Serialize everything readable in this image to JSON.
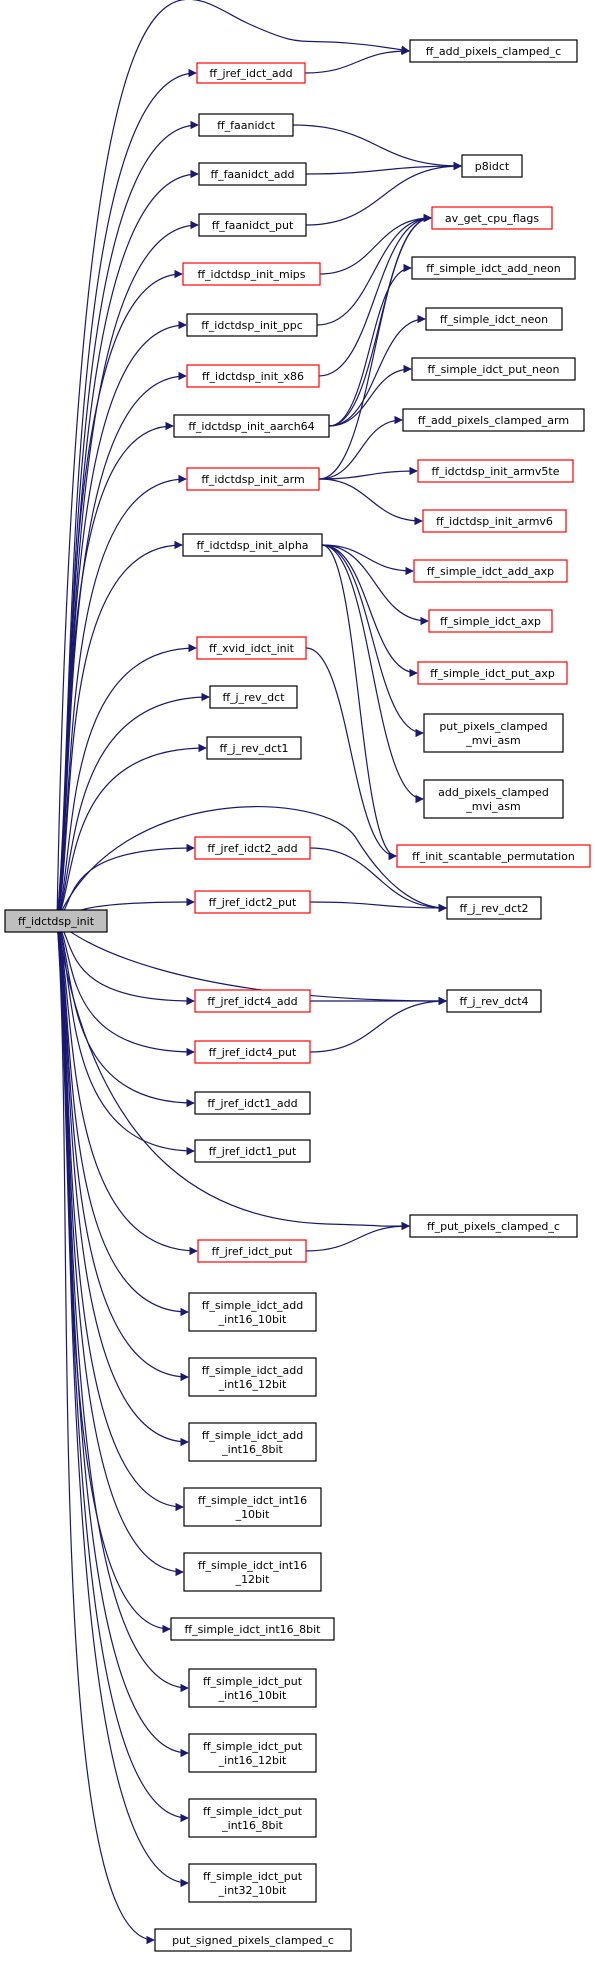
{
  "colors": {
    "edge": "#191970",
    "border_plain": "#000000",
    "border_linked": "#ff0000",
    "root_fill": "#bfbfbf",
    "node_fill": "#ffffff"
  },
  "nodes": {
    "ff_idctdsp_init": {
      "lines": [
        "ff_idctdsp_init"
      ],
      "style": "root"
    },
    "ff_jref_idct_add": {
      "lines": [
        "ff_jref_idct_add"
      ],
      "style": "linked"
    },
    "ff_add_pixels_clamped_c": {
      "lines": [
        "ff_add_pixels_clamped_c"
      ],
      "style": "plain"
    },
    "ff_faanidct": {
      "lines": [
        "ff_faanidct"
      ],
      "style": "plain"
    },
    "p8idct": {
      "lines": [
        "p8idct"
      ],
      "style": "plain"
    },
    "ff_faanidct_add": {
      "lines": [
        "ff_faanidct_add"
      ],
      "style": "plain"
    },
    "ff_faanidct_put": {
      "lines": [
        "ff_faanidct_put"
      ],
      "style": "plain"
    },
    "av_get_cpu_flags": {
      "lines": [
        "av_get_cpu_flags"
      ],
      "style": "linked"
    },
    "ff_idctdsp_init_mips": {
      "lines": [
        "ff_idctdsp_init_mips"
      ],
      "style": "linked"
    },
    "ff_simple_idct_add_neon": {
      "lines": [
        "ff_simple_idct_add_neon"
      ],
      "style": "plain"
    },
    "ff_idctdsp_init_ppc": {
      "lines": [
        "ff_idctdsp_init_ppc"
      ],
      "style": "plain"
    },
    "ff_simple_idct_neon": {
      "lines": [
        "ff_simple_idct_neon"
      ],
      "style": "plain"
    },
    "ff_idctdsp_init_x86": {
      "lines": [
        "ff_idctdsp_init_x86"
      ],
      "style": "linked"
    },
    "ff_simple_idct_put_neon": {
      "lines": [
        "ff_simple_idct_put_neon"
      ],
      "style": "plain"
    },
    "ff_idctdsp_init_aarch64": {
      "lines": [
        "ff_idctdsp_init_aarch64"
      ],
      "style": "plain"
    },
    "ff_add_pixels_clamped_arm": {
      "lines": [
        "ff_add_pixels_clamped_arm"
      ],
      "style": "plain"
    },
    "ff_idctdsp_init_arm": {
      "lines": [
        "ff_idctdsp_init_arm"
      ],
      "style": "linked"
    },
    "ff_idctdsp_init_armv5te": {
      "lines": [
        "ff_idctdsp_init_armv5te"
      ],
      "style": "linked"
    },
    "ff_idctdsp_init_armv6": {
      "lines": [
        "ff_idctdsp_init_armv6"
      ],
      "style": "linked"
    },
    "ff_idctdsp_init_alpha": {
      "lines": [
        "ff_idctdsp_init_alpha"
      ],
      "style": "plain"
    },
    "ff_simple_idct_add_axp": {
      "lines": [
        "ff_simple_idct_add_axp"
      ],
      "style": "linked"
    },
    "ff_simple_idct_axp": {
      "lines": [
        "ff_simple_idct_axp"
      ],
      "style": "linked"
    },
    "ff_xvid_idct_init": {
      "lines": [
        "ff_xvid_idct_init"
      ],
      "style": "linked"
    },
    "ff_simple_idct_put_axp": {
      "lines": [
        "ff_simple_idct_put_axp"
      ],
      "style": "linked"
    },
    "ff_j_rev_dct": {
      "lines": [
        "ff_j_rev_dct"
      ],
      "style": "plain"
    },
    "put_pixels_clamped_mvi_asm": {
      "lines": [
        "put_pixels_clamped",
        "_mvi_asm"
      ],
      "style": "plain"
    },
    "ff_j_rev_dct1": {
      "lines": [
        "ff_j_rev_dct1"
      ],
      "style": "plain"
    },
    "add_pixels_clamped_mvi_asm": {
      "lines": [
        "add_pixels_clamped",
        "_mvi_asm"
      ],
      "style": "plain"
    },
    "ff_jref_idct2_add": {
      "lines": [
        "ff_jref_idct2_add"
      ],
      "style": "linked"
    },
    "ff_init_scantable_permutation": {
      "lines": [
        "ff_init_scantable_permutation"
      ],
      "style": "linked"
    },
    "ff_jref_idct2_put": {
      "lines": [
        "ff_jref_idct2_put"
      ],
      "style": "linked"
    },
    "ff_j_rev_dct2": {
      "lines": [
        "ff_j_rev_dct2"
      ],
      "style": "plain"
    },
    "ff_jref_idct4_add": {
      "lines": [
        "ff_jref_idct4_add"
      ],
      "style": "linked"
    },
    "ff_j_rev_dct4": {
      "lines": [
        "ff_j_rev_dct4"
      ],
      "style": "plain"
    },
    "ff_jref_idct4_put": {
      "lines": [
        "ff_jref_idct4_put"
      ],
      "style": "linked"
    },
    "ff_jref_idct1_add": {
      "lines": [
        "ff_jref_idct1_add"
      ],
      "style": "plain"
    },
    "ff_jref_idct1_put": {
      "lines": [
        "ff_jref_idct1_put"
      ],
      "style": "plain"
    },
    "ff_put_pixels_clamped_c": {
      "lines": [
        "ff_put_pixels_clamped_c"
      ],
      "style": "plain"
    },
    "ff_jref_idct_put": {
      "lines": [
        "ff_jref_idct_put"
      ],
      "style": "linked"
    },
    "ff_simple_idct_add_int16_10bit": {
      "lines": [
        "ff_simple_idct_add",
        "_int16_10bit"
      ],
      "style": "plain"
    },
    "ff_simple_idct_add_int16_12bit": {
      "lines": [
        "ff_simple_idct_add",
        "_int16_12bit"
      ],
      "style": "plain"
    },
    "ff_simple_idct_add_int16_8bit": {
      "lines": [
        "ff_simple_idct_add",
        "_int16_8bit"
      ],
      "style": "plain"
    },
    "ff_simple_idct_int16_10bit": {
      "lines": [
        "ff_simple_idct_int16",
        "_10bit"
      ],
      "style": "plain"
    },
    "ff_simple_idct_int16_12bit": {
      "lines": [
        "ff_simple_idct_int16",
        "_12bit"
      ],
      "style": "plain"
    },
    "ff_simple_idct_int16_8bit": {
      "lines": [
        "ff_simple_idct_int16_8bit"
      ],
      "style": "plain"
    },
    "ff_simple_idct_put_int16_10bit": {
      "lines": [
        "ff_simple_idct_put",
        "_int16_10bit"
      ],
      "style": "plain"
    },
    "ff_simple_idct_put_int16_12bit": {
      "lines": [
        "ff_simple_idct_put",
        "_int16_12bit"
      ],
      "style": "plain"
    },
    "ff_simple_idct_put_int16_8bit": {
      "lines": [
        "ff_simple_idct_put",
        "_int16_8bit"
      ],
      "style": "plain"
    },
    "ff_simple_idct_put_int32_10bit": {
      "lines": [
        "ff_simple_idct_put",
        "_int32_10bit"
      ],
      "style": "plain"
    },
    "put_signed_pixels_clamped_c": {
      "lines": [
        "put_signed_pixels_clamped_c"
      ],
      "style": "plain"
    }
  }
}
